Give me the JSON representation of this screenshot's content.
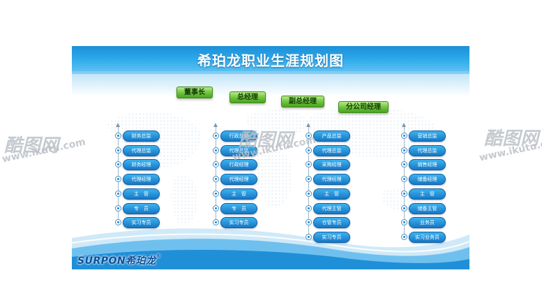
{
  "title": "希珀龙职业生涯规划图",
  "levels": [
    {
      "label": "董事长"
    },
    {
      "label": "总经理"
    },
    {
      "label": "副总经理"
    },
    {
      "label": "分公司经理"
    }
  ],
  "columns": [
    {
      "items": [
        "财务总监",
        "代理总监",
        "财务经理",
        "代理经理",
        "主　管",
        "专　员",
        "实习专员"
      ]
    },
    {
      "items": [
        "行政总监",
        "代理总监",
        "行政经理",
        "代理经理",
        "主　管",
        "专　员",
        "实习专员"
      ]
    },
    {
      "items": [
        "产品总监",
        "代理总监",
        "采购经理",
        "代理经理",
        "主　管",
        "代理主管",
        "仓管专员",
        "实习专员"
      ]
    },
    {
      "items": [
        "营销总监",
        "代理总监",
        "销售经理",
        "储备经理",
        "主　管",
        "储备主管",
        "业务员",
        "实习业务员"
      ]
    }
  ],
  "brand": {
    "logo_text": "SURPON希珀龙",
    "reg_mark": "®"
  },
  "watermark": {
    "brand": "酷图网",
    "url": "www.ikutu.com"
  },
  "colors": {
    "banner": "#2ca8eb",
    "pill": "#1777c4",
    "level": "#6cc23a",
    "logo": "#0b4f98"
  }
}
